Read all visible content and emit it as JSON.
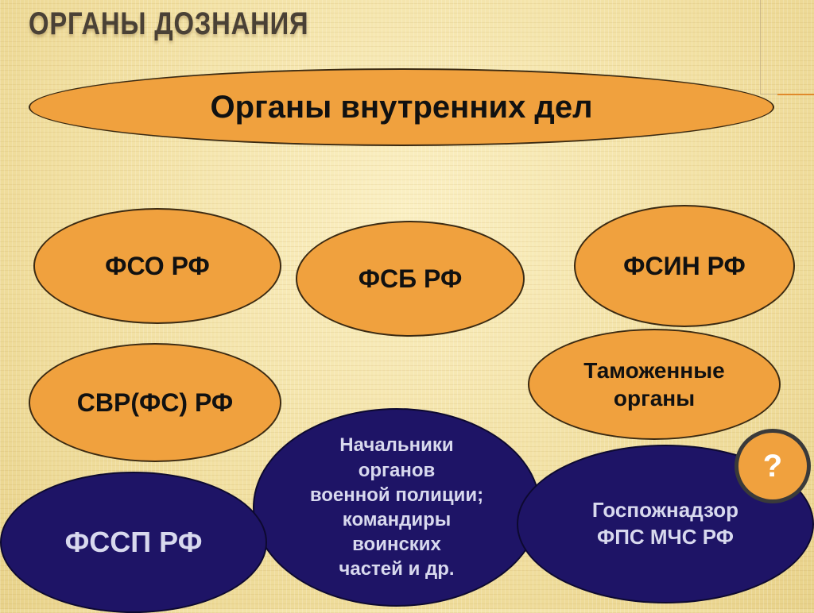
{
  "title": "ОРГАНЫ ДОЗНАНИЯ",
  "nodes": {
    "internal_affairs": "Органы внутренних дел",
    "fso": "ФСО РФ",
    "fsb": "ФСБ РФ",
    "fsin": "ФСИН РФ",
    "svr": "СВР(ФС) РФ",
    "customs": "Таможенные\nорганы",
    "military_police": "Начальники\nорганов\nвоенной полиции;\nкомандиры\nвоинских\nчастей и др.",
    "fssp": "ФССП РФ",
    "gospozhnadzor": "Госпожнадзор\nФПС МЧС РФ"
  },
  "help_badge": "?",
  "colors": {
    "orange_fill": "#f0a13e",
    "navy_fill": "#1e1466",
    "background": "#f3e3a8"
  }
}
